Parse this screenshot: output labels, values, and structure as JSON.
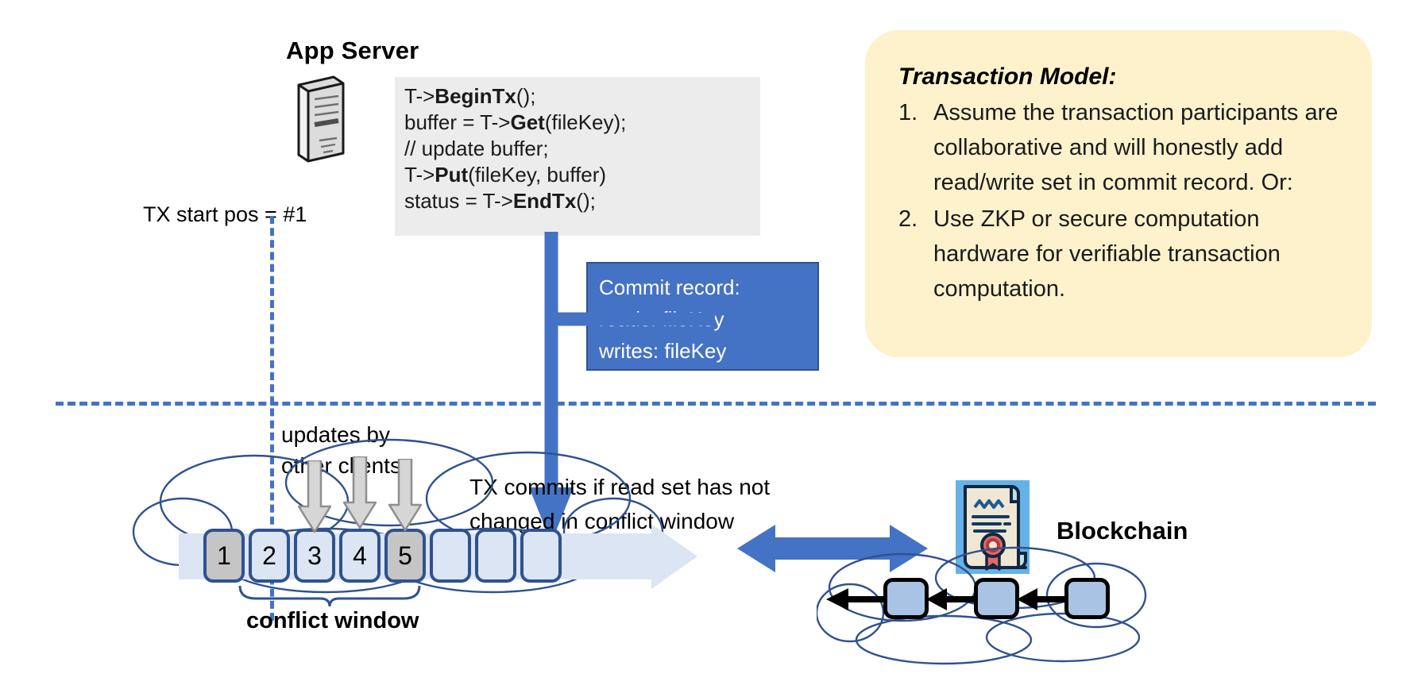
{
  "app_server": {
    "title": "App Server",
    "icon": "server-tower-icon",
    "code": [
      {
        "plain1": "T->",
        "bold": "BeginTx",
        "plain2": "();"
      },
      {
        "plain1": "buffer = T->",
        "bold": "Get",
        "plain2": "(fileKey);"
      },
      {
        "plain1": "// update buffer;",
        "bold": "",
        "plain2": ""
      },
      {
        "plain1": "T->",
        "bold": "Put",
        "plain2": "(fileKey, buffer)"
      },
      {
        "plain1": "status = T->",
        "bold": "EndTx",
        "plain2": "();"
      }
    ]
  },
  "tx_start": {
    "label": "TX start pos = #1"
  },
  "commit_record": {
    "title": "Commit record:",
    "reads": "reads: fileKey",
    "writes": "writes: fileKey"
  },
  "transaction_model": {
    "title": "Transaction Model:",
    "items": [
      {
        "num": "1.",
        "text": "Assume the transaction participants are collaborative and will honestly add read/write set in commit record.  Or:"
      },
      {
        "num": "2.",
        "text": "Use ZKP or secure computation hardware for verifiable transaction computation."
      }
    ]
  },
  "log": {
    "updates_label_line1": "updates by",
    "updates_label_line2": "other clients",
    "commit_label_line1": "TX commits if read set has not",
    "commit_label_line2": "changed in conflict window",
    "conflict_window_label": "conflict window",
    "blocks": [
      {
        "label": "1",
        "state": "filled"
      },
      {
        "label": "2",
        "state": "empty"
      },
      {
        "label": "3",
        "state": "empty"
      },
      {
        "label": "4",
        "state": "empty"
      },
      {
        "label": "5",
        "state": "filled"
      },
      {
        "label": "",
        "state": "empty"
      },
      {
        "label": "",
        "state": "empty"
      },
      {
        "label": "",
        "state": "empty"
      }
    ]
  },
  "blockchain": {
    "label": "Blockchain",
    "cert_icon": "certificate-seal-icon",
    "blocks": [
      "",
      "",
      ""
    ]
  },
  "colors": {
    "accent_blue": "#4472c4",
    "dark_blue": "#2f528f",
    "light_blue": "#dbe5f4",
    "yellow_box": "#fdf2cc",
    "code_bg": "#ececec",
    "gray_block": "#c5c5c5",
    "chain_block": "#a8c3e4"
  }
}
